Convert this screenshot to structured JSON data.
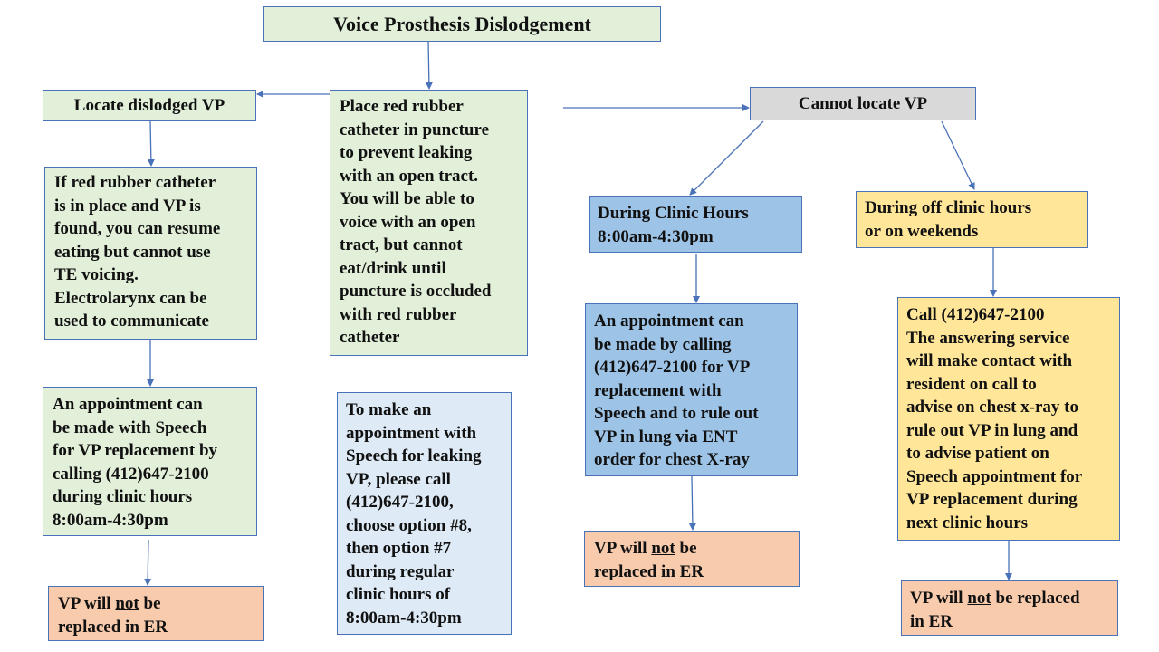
{
  "title": "Voice Prosthesis Dislodgement",
  "locate": {
    "label": "Locate dislodged VP",
    "found": "If red rubber catheter\nis in place and VP is\nfound, you can resume\neating but cannot use\nTE  voicing.\nElectrolarynx can be\nused to communicate",
    "appointment": "An appointment can\nbe made with Speech\nfor VP replacement by\ncalling (412)647-2100\nduring clinic hours\n8:00am-4:30pm",
    "er_pre": "VP will ",
    "er_not": "not",
    "er_post": " be\nreplaced in ER"
  },
  "middle": {
    "catheter": "Place red rubber\ncatheter in puncture\nto prevent leaking\nwith an open tract.\nYou will be able to\nvoice with an open\ntract, but cannot\neat/drink until\npuncture is occluded\nwith red rubber\ncatheter",
    "leaking": "To make an\nappointment with\nSpeech for leaking\nVP,  please call\n(412)647-2100,\nchoose option #8,\nthen option #7\nduring regular\nclinic hours of\n8:00am-4:30pm"
  },
  "cannot": {
    "label": "Cannot locate VP",
    "clinic_hours": "During Clinic Hours\n8:00am-4:30pm",
    "clinic_appointment": "An appointment can\nbe made by calling\n(412)647-2100 for VP\nreplacement with\nSpeech and to rule out\nVP in lung via ENT\norder for chest X-ray",
    "er1_pre": "VP will ",
    "er1_not": "not",
    "er1_post": " be\nreplaced in ER",
    "off_hours": "During off clinic hours\nor on weekends",
    "call": "Call (412)647-2100\nThe  answering service\nwill make contact  with\nresident on call to\nadvise on chest x-ray to\nrule out VP in lung and\nto advise patient on\nSpeech appointment for\nVP replacement during\nnext clinic hours",
    "er2_pre": "VP will ",
    "er2_not": "not",
    "er2_post": " be replaced\nin ER"
  },
  "colors": {
    "border": "#4a72b8",
    "green": "#e2efd9",
    "gray": "#d9d9d9",
    "blue": "#9dc3e6",
    "light_blue": "#deebf7",
    "yellow": "#ffe699",
    "salmon": "#f8cbad"
  }
}
